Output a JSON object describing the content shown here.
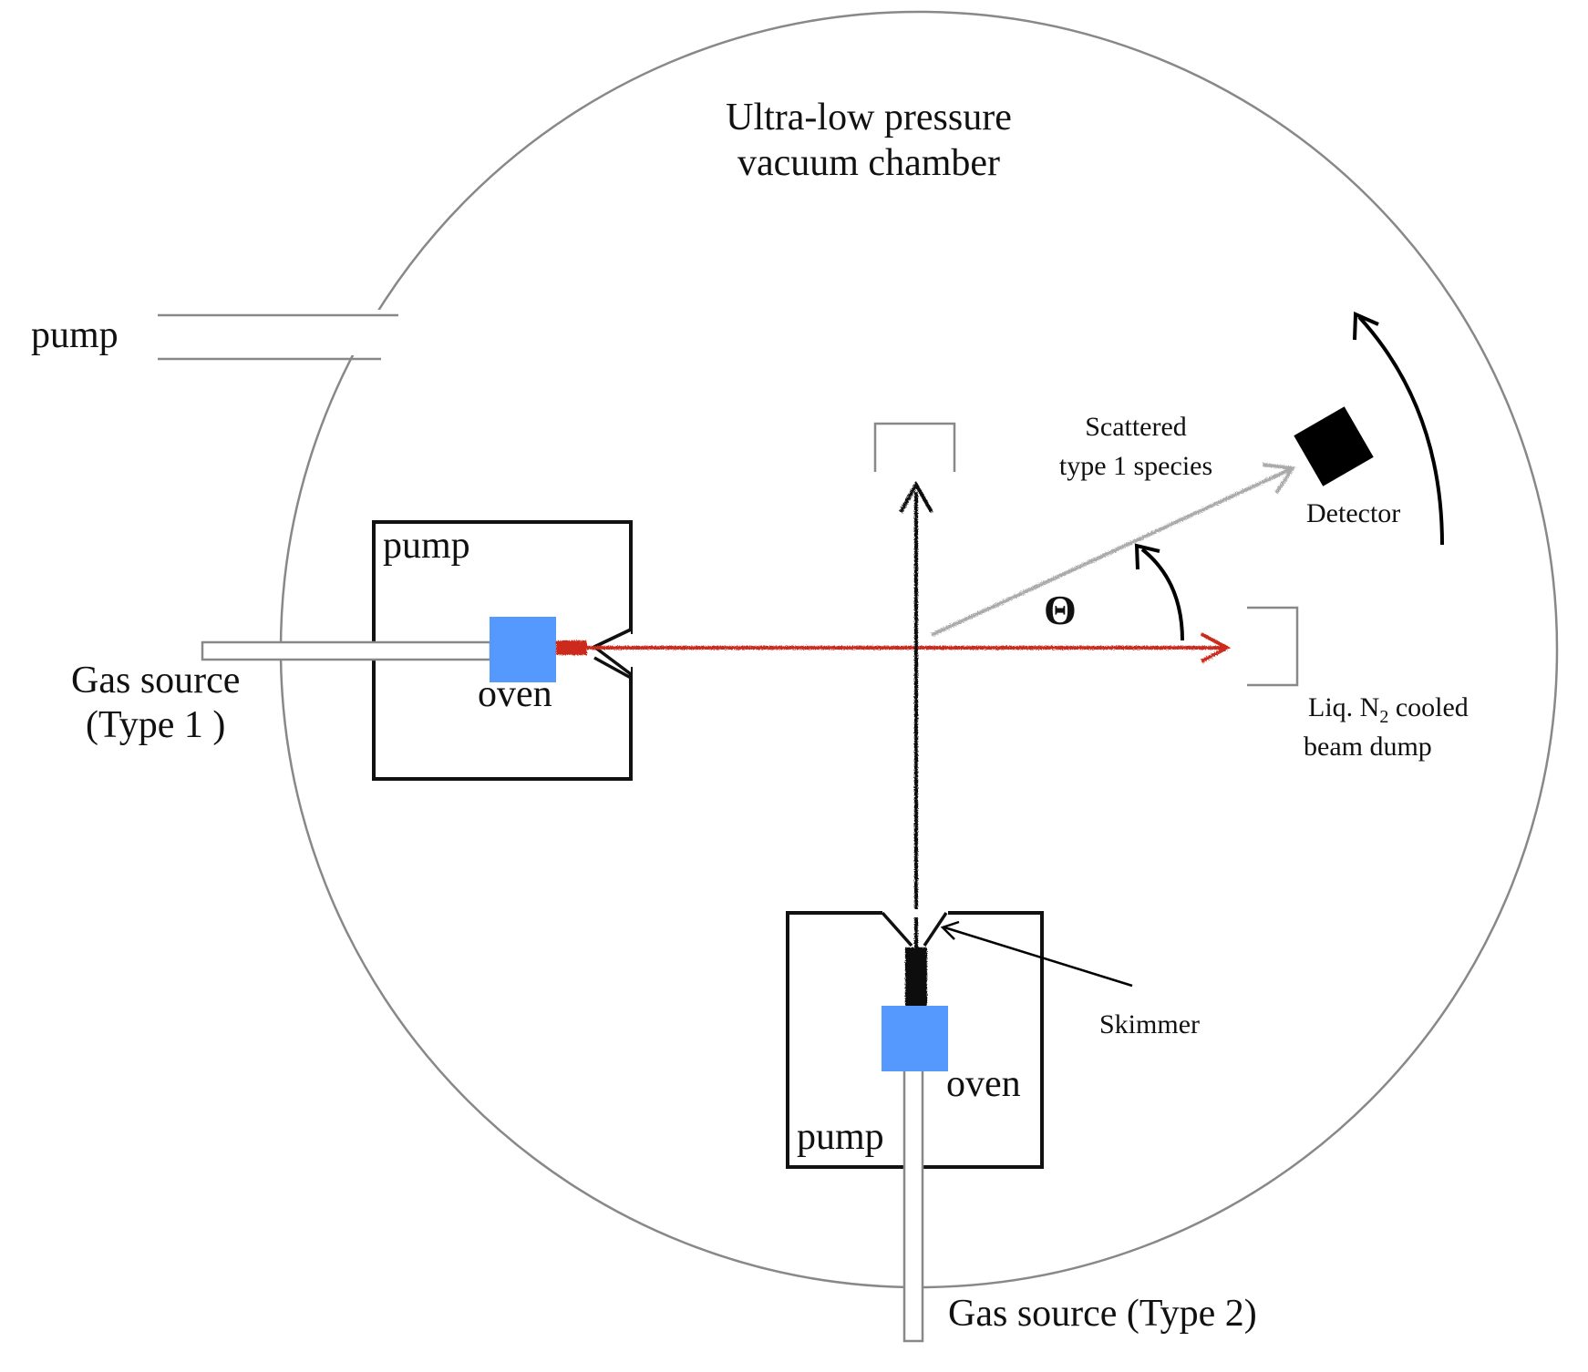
{
  "chamber": {
    "title_line1": "Ultra-low pressure",
    "title_line2": "vacuum chamber"
  },
  "labels": {
    "main_pump": "pump",
    "left_pump": "pump",
    "left_oven": "oven",
    "gas_source_1_line1": "Gas source",
    "gas_source_1_line2": "(Type 1 )",
    "bottom_pump": "pump",
    "bottom_oven": "oven",
    "gas_source_2": "Gas source (Type 2)",
    "skimmer": "Skimmer",
    "scattered_line1": "Scattered",
    "scattered_line2": "type 1 species",
    "detector": "Detector",
    "theta": "Θ",
    "beam_dump_line1_prefix": "Liq. N",
    "beam_dump_line1_sub": "2",
    "beam_dump_line1_suffix": " cooled",
    "beam_dump_line2": "beam dump"
  },
  "colors": {
    "chamber_outline": "#888888",
    "oven": "#5599ff",
    "beam_type1": "#cc2a1a",
    "beam_type2": "#111111",
    "scattered_beam": "#aaaaaa",
    "detector": "#000000"
  }
}
